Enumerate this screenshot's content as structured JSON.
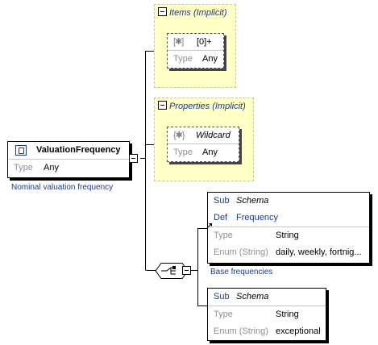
{
  "root": {
    "name": "ValuationFrequency",
    "type_label": "Type",
    "type_value": "Any",
    "annotation": "Nominal valuation frequency"
  },
  "items_group": {
    "title": "Items (Implicit)",
    "wildcard": {
      "name": "[0]+",
      "type_label": "Type",
      "type_value": "Any"
    }
  },
  "properties_group": {
    "title": "Properties (Implicit)",
    "wildcard": {
      "name": "Wildcard",
      "type_label": "Type",
      "type_value": "Any"
    }
  },
  "choice": {
    "annotation": "Base frequencies",
    "option1": {
      "sub_label": "Sub",
      "sub_value": "Schema",
      "def_label": "Def",
      "def_value": "Frequency",
      "type_label": "Type",
      "type_value": "String",
      "enum_label": "Enum (String)",
      "enum_value": "daily, weekly, fortnig..."
    },
    "option2": {
      "sub_label": "Sub",
      "sub_value": "Schema",
      "type_label": "Type",
      "type_value": "String",
      "enum_label": "Enum (String)",
      "enum_value": "exceptional"
    }
  },
  "icons": {
    "element": "element-icon",
    "wildcard": "wildcard-icon",
    "choice": "choice-compositor-icon",
    "collapse": "collapse-icon"
  }
}
